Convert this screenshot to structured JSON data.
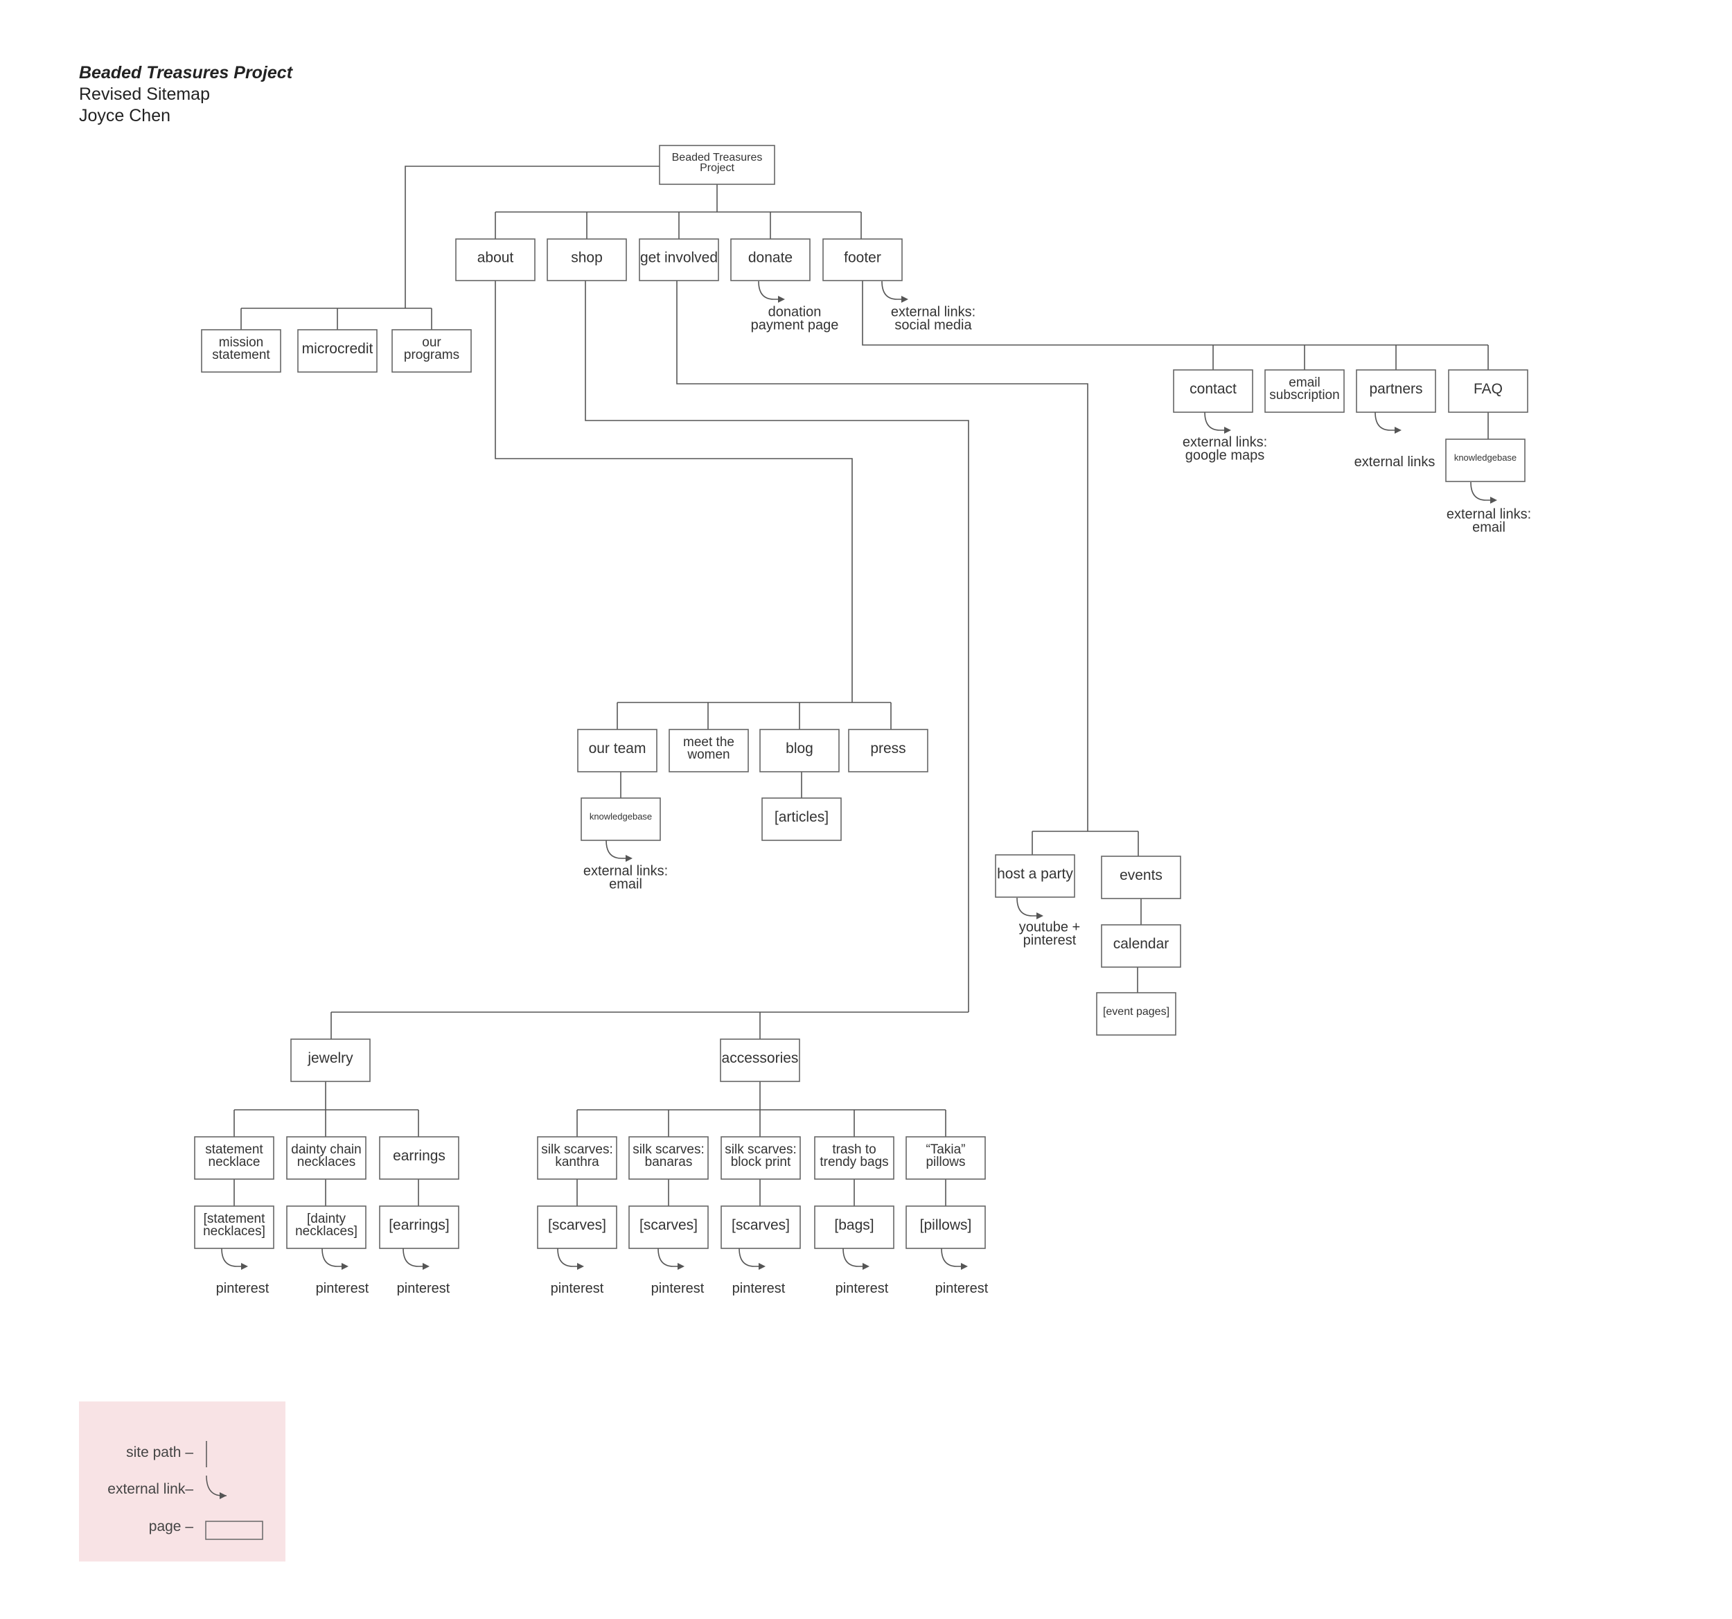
{
  "header": {
    "project": "Beaded Treasures Project",
    "subtitle": "Revised Sitemap",
    "author": "Joyce Chen"
  },
  "nodes": {
    "root": [
      "Beaded Treasures",
      "Project"
    ],
    "about": [
      "about"
    ],
    "shop": [
      "shop"
    ],
    "get_involved": [
      "get involved"
    ],
    "donate": [
      "donate"
    ],
    "footer": [
      "footer"
    ],
    "mission": [
      "mission",
      "statement"
    ],
    "microcredit": [
      "microcredit"
    ],
    "programs": [
      "our",
      "programs"
    ],
    "contact": [
      "contact"
    ],
    "email_sub": [
      "email",
      "subscription"
    ],
    "partners": [
      "partners"
    ],
    "faq": [
      "FAQ"
    ],
    "faq_kb": [
      "knowledgebase"
    ],
    "our_team": [
      "our team"
    ],
    "meet_women": [
      "meet the",
      "women"
    ],
    "blog": [
      "blog"
    ],
    "press": [
      "press"
    ],
    "team_kb": [
      "knowledgebase"
    ],
    "articles": [
      "[articles]"
    ],
    "host_party": [
      "host a party"
    ],
    "events": [
      "events"
    ],
    "calendar": [
      "calendar"
    ],
    "event_pages": [
      "[event pages]"
    ],
    "jewelry": [
      "jewelry"
    ],
    "accessories": [
      "accessories"
    ],
    "statement_necklace": [
      "statement",
      "necklace"
    ],
    "dainty_chain": [
      "dainty chain",
      "necklaces"
    ],
    "earrings": [
      "earrings"
    ],
    "silk_kanthra": [
      "silk scarves:",
      "kanthra"
    ],
    "silk_banaras": [
      "silk scarves:",
      "banaras"
    ],
    "silk_block": [
      "silk scarves:",
      "block print"
    ],
    "trash_bags": [
      "trash to",
      "trendy bags"
    ],
    "takia": [
      "“Takia”",
      "pillows"
    ],
    "statement_necklaces_list": [
      "[statement",
      "necklaces]"
    ],
    "dainty_list": [
      "[dainty",
      "necklaces]"
    ],
    "earrings_list": [
      "[earrings]"
    ],
    "kanthra_list": [
      "[scarves]"
    ],
    "banaras_list": [
      "[scarves]"
    ],
    "block_list": [
      "[scarves]"
    ],
    "bags_list": [
      "[bags]"
    ],
    "pillows_list": [
      "[pillows]"
    ]
  },
  "external_links": {
    "donate": [
      "donation",
      "payment page"
    ],
    "footer": [
      "external links:",
      "social media"
    ],
    "contact": [
      "external links:",
      "google maps"
    ],
    "partners": [
      "external links"
    ],
    "faq_kb": [
      "external links:",
      "email"
    ],
    "team_kb": [
      "external links:",
      "email"
    ],
    "host_party": [
      "youtube +",
      "pinterest"
    ],
    "statement_necklaces_list": [
      "pinterest"
    ],
    "dainty_list": [
      "pinterest"
    ],
    "earrings_list": [
      "pinterest"
    ],
    "kanthra_list": [
      "pinterest"
    ],
    "banaras_list": [
      "pinterest"
    ],
    "block_list": [
      "pinterest"
    ],
    "bags_list": [
      "pinterest"
    ],
    "pillows_list": [
      "pinterest"
    ]
  },
  "legend": {
    "site_path": "site path –",
    "external_link": "external link–",
    "page": "page –"
  },
  "colors": {
    "line": "#555555",
    "box_stroke": "#666666",
    "text": "#333333",
    "legend_bg": "#f8e3e5"
  }
}
